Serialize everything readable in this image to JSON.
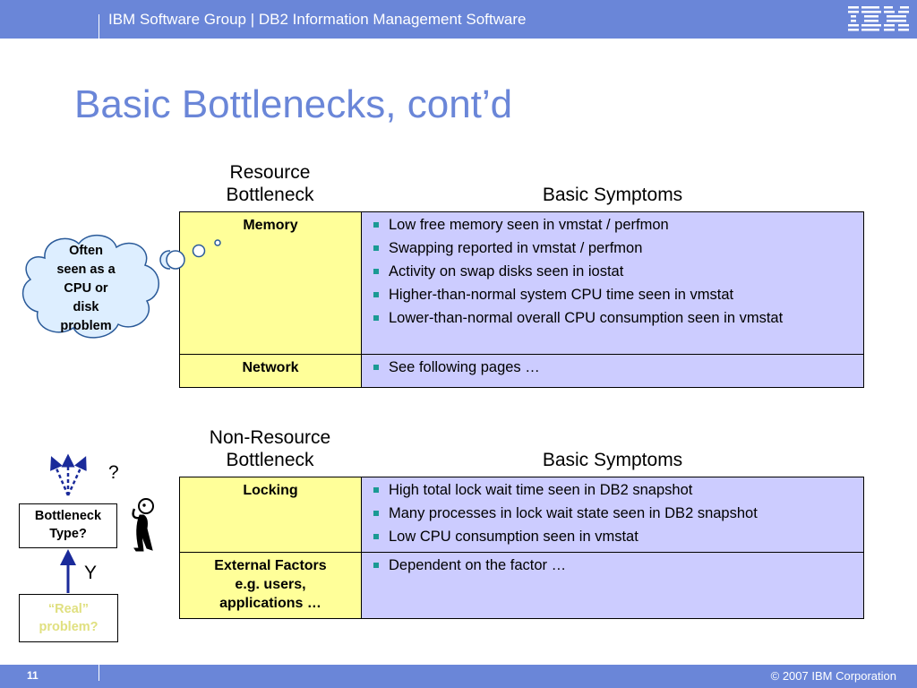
{
  "header": {
    "text": "IBM Software Group  |  DB2 Information Management Software",
    "logo": "IBM"
  },
  "title": "Basic Bottlenecks, cont’d",
  "resource": {
    "col1": [
      "Resource",
      "Bottleneck"
    ],
    "col2": "Basic Symptoms",
    "rows": [
      {
        "name": "Memory",
        "items": [
          "Low free memory seen in vmstat / perfmon",
          "Swapping reported in vmstat / perfmon",
          "Activity on swap disks seen in iostat",
          "Higher-than-normal system CPU time seen in vmstat",
          "Lower-than-normal overall CPU consumption seen in vmstat"
        ]
      },
      {
        "name": "Network",
        "items": [
          "See following pages …"
        ]
      }
    ]
  },
  "nonresource": {
    "col1": [
      "Non-Resource",
      "Bottleneck"
    ],
    "col2": "Basic Symptoms",
    "rows": [
      {
        "name": "Locking",
        "items": [
          "High total lock wait time seen in DB2 snapshot",
          "Many processes in lock wait state seen in DB2 snapshot",
          "Low CPU consumption seen in vmstat"
        ]
      },
      {
        "name": [
          "External Factors",
          "e.g. users,",
          "applications …"
        ],
        "items": [
          "Dependent on the factor …"
        ]
      }
    ]
  },
  "cloud": {
    "lines": [
      "Often",
      "seen as a",
      "CPU or",
      "disk",
      "problem"
    ]
  },
  "diagram": {
    "question": "?",
    "bottleneck_box": [
      "Bottleneck",
      "Type?"
    ],
    "yes_label": "Y",
    "real_box": [
      "“Real”",
      "problem?"
    ],
    "real_color": "#e0e080"
  },
  "footer": {
    "page": "11",
    "copyright": "© 2007 IBM Corporation"
  },
  "colors": {
    "bar": "#6a86d8",
    "category": "#ffff99",
    "symptom": "#ccccff",
    "bullet": "#1a9a94",
    "arrow": "#1a2a9a"
  }
}
